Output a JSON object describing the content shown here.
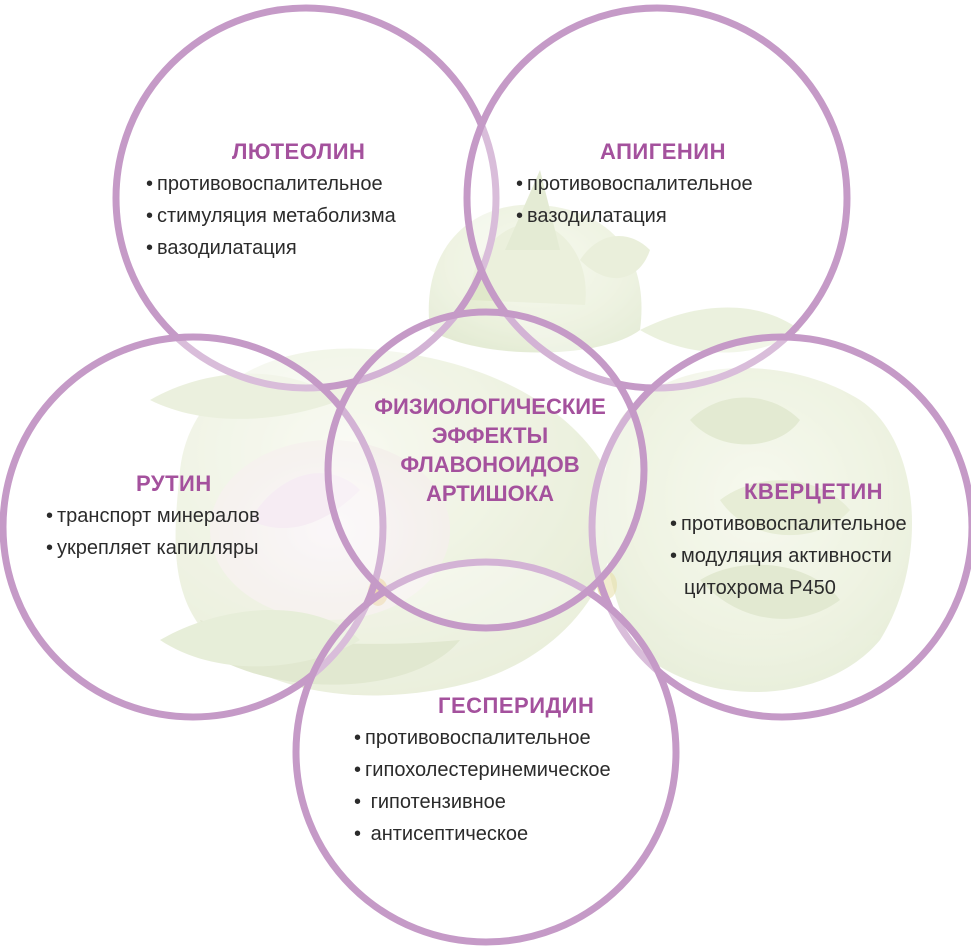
{
  "theme": {
    "circle_color": "#c59ac7",
    "title_color": "#a4519d",
    "text_color": "#2b2b2b"
  },
  "background": {
    "image": "artichoke-photo"
  },
  "center": {
    "lines": [
      "ФИЗИОЛОГИЧЕСКИЕ",
      "ЭФФЕКТЫ",
      "ФЛАВОНОИДОВ",
      "АРТИШОКА"
    ]
  },
  "flavonoids": {
    "luteolin": {
      "title": "ЛЮТЕОЛИН",
      "items": [
        "противовоспалительное",
        "стимуляция метаболизма",
        "вазодилатация"
      ]
    },
    "apigenin": {
      "title": "АПИГЕНИН",
      "items": [
        "противовоспалительное",
        "вазодилатация"
      ]
    },
    "rutin": {
      "title": "РУТИН",
      "items": [
        "транспорт минералов",
        "укрепляет капилляры"
      ]
    },
    "quercetin": {
      "title": "КВЕРЦЕТИН",
      "items": [
        "противовоспалительное",
        "модуляция активности",
        "цитохрома Р450"
      ]
    },
    "hesperidin": {
      "title": "ГЕСПЕРИДИН",
      "items": [
        "противовоспалительное",
        "гипохолестеринемическое",
        "гипотензивное",
        "антисептическое"
      ]
    }
  }
}
